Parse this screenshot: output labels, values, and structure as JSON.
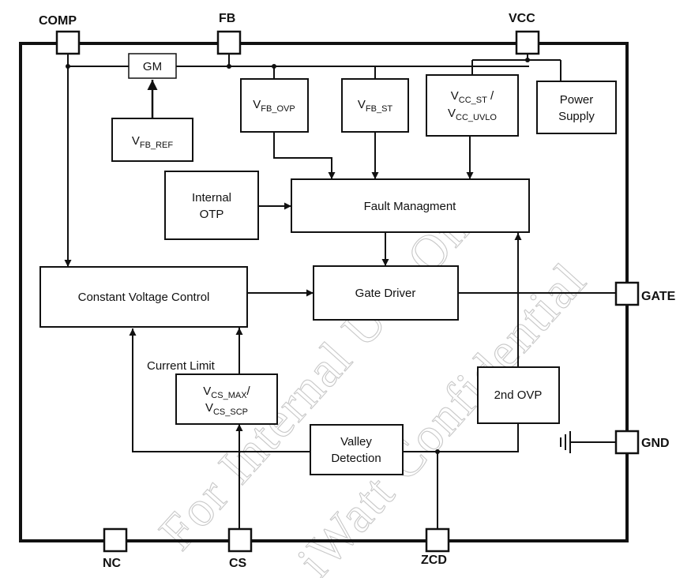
{
  "pins": {
    "comp": "COMP",
    "fb": "FB",
    "vcc": "VCC",
    "gate": "GATE",
    "gnd": "GND",
    "nc": "NC",
    "cs": "CS",
    "zcd": "ZCD"
  },
  "blocks": {
    "gm": "GM",
    "vfb_ref": {
      "main": "V",
      "sub": "FB_REF"
    },
    "vfb_ovp": {
      "main": "V",
      "sub": "FB_OVP"
    },
    "vfb_st": {
      "main": "V",
      "sub": "FB_ST"
    },
    "vcc_st_line1": {
      "main": "V",
      "sub": "CC_ST",
      "tail": " /"
    },
    "vcc_uvlo_line2": {
      "main": "V",
      "sub": "CC_UVLO"
    },
    "power_supply": [
      "Power",
      "Supply"
    ],
    "internal_otp": [
      "Internal",
      "OTP"
    ],
    "fault_management": "Fault Managment",
    "constant_voltage_control": "Constant Voltage Control",
    "gate_driver": "Gate Driver",
    "vcs_max_line1": {
      "main": "V",
      "sub": "CS_MAX",
      "tail": "/"
    },
    "vcs_scp_line2": {
      "main": "V",
      "sub": "CS_SCP"
    },
    "second_ovp": "2nd OVP",
    "valley_detection": [
      "Valley",
      "Detection"
    ]
  },
  "labels": {
    "current_limit": "Current Limit"
  },
  "watermark": {
    "line1": "For Internal Use Only",
    "line2": "iWatt Confidential"
  },
  "colors": {
    "line": "#111111",
    "watermark": "#c8c8c8"
  }
}
